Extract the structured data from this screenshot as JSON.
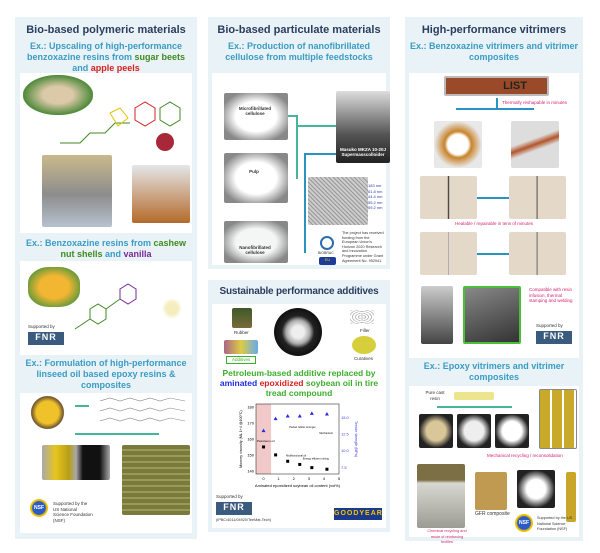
{
  "left": {
    "title": "Bio-based polymeric materials",
    "ex1": {
      "a": "Ex.: Upscaling of high-performance benzoxazine resins from ",
      "b": "sugar beets",
      "c": " and ",
      "d": "apple peels"
    },
    "ex2": {
      "a": "Ex.: Benzoxazine resins from ",
      "b": "cashew nut shells",
      "c": " and ",
      "d": "vanilla"
    },
    "ex3": "Ex.: Formulation of high-performance linseed oil based epoxy resins & composites",
    "supported_by": "Supported by",
    "nsf_text": "Supported by the US National Science Foundation (NSF)"
  },
  "middle": {
    "title": "Bio-based particulate materials",
    "subtitle": "Ex.: Production of nanofibrillated cellulose from multiple feedstocks",
    "labels": {
      "mfc": "Microfibrillated cellulose",
      "pulp": "Pulp",
      "nfc": "Nanofibrillated cellulose",
      "machine": "Masuko MKZA 10-20J Supermasscolloider"
    },
    "sizes": [
      "183 nm",
      "61.8 nm",
      "44.4 nm",
      "55.2 nm",
      "59.2 nm"
    ],
    "eu_text": "The project has received funding from the European Union's Horizon 2020 Research and Innovation Programme under Grant Agreement No. 952941.",
    "biobrick": "BIOBRAC"
  },
  "additives": {
    "title": "Sustainable performance additives",
    "labels": {
      "rubber": "Rubber",
      "filler": "Filler",
      "additives": "Additives",
      "curatives": "Curatives"
    },
    "headline": {
      "a": "Petroleum-based additive replaced by ",
      "b": "aminated",
      "c": " ",
      "d": "epoxidized",
      "e": " soybean oil in tire tread compound"
    },
    "supported_by": "Supported by",
    "grant": "(IPBC/4011/04920/TeeMat-Tech)",
    "goodyear": "GOODYEAR"
  },
  "chart_data": {
    "type": "scatter",
    "xlabel": "Aminated epoxidized soybean oil content (vol%)",
    "ylabel_left": "Mooney viscosity (ML 1+4 @100°C)",
    "ylabel_right": "Tensile strength (MPa)",
    "xlim": [
      -0.5,
      5
    ],
    "ylim_left": [
      138,
      182
    ],
    "ylim_right": [
      6.5,
      17
    ],
    "x_ticks": [
      "0",
      "1",
      "2",
      "3",
      "4",
      "5"
    ],
    "y_ticks_left": [
      "140",
      "150",
      "160",
      "170",
      "180"
    ],
    "y_ticks_right": [
      "7.5",
      "10.0",
      "12.5",
      "15.0"
    ],
    "series": [
      {
        "name": "Mooney viscosity",
        "x": [
          0,
          0.8,
          1.6,
          2.4,
          3.2,
          4.2
        ],
        "y": [
          155,
          150,
          146,
          144,
          142,
          141
        ]
      },
      {
        "name": "Tensile strength",
        "x": [
          0,
          0.8,
          1.6,
          2.4,
          3.2,
          4.2
        ],
        "y": [
          13.0,
          14.8,
          15.2,
          15.2,
          15.6,
          15.5
        ]
      }
    ],
    "annotations": [
      "Petroleum oil",
      "Pocket rubber stronger",
      "Mechanical",
      "Multifunctional oil",
      "Energy efficient mixing"
    ]
  },
  "right": {
    "title": "High-performance vitrimers",
    "subtitle": "Ex.: Benzoxazine vitrimers and vitrimer composites",
    "list": "LIST",
    "reshape": "Thermally reshapable in minutes",
    "heal": "Healable / repairable in tens of minutes",
    "compatible": "Compatible with resin infusion, thermal stamping and welding",
    "supported_by": "Supported by",
    "ex2": "Ex.: Epoxy vitrimers and vitrimer composites",
    "pure": "Pure cast resin",
    "mech": "Mechanical recycling / reconsolidation",
    "gfr": "GFR composite",
    "chem": "Chemical recycling and reuse of reinforcing textiles",
    "nsf_text": "Supported by the US National Science Foundation (NSF)"
  },
  "logos": {
    "fnr": "FNR",
    "nsf": "NSF",
    "eu": "EU"
  }
}
